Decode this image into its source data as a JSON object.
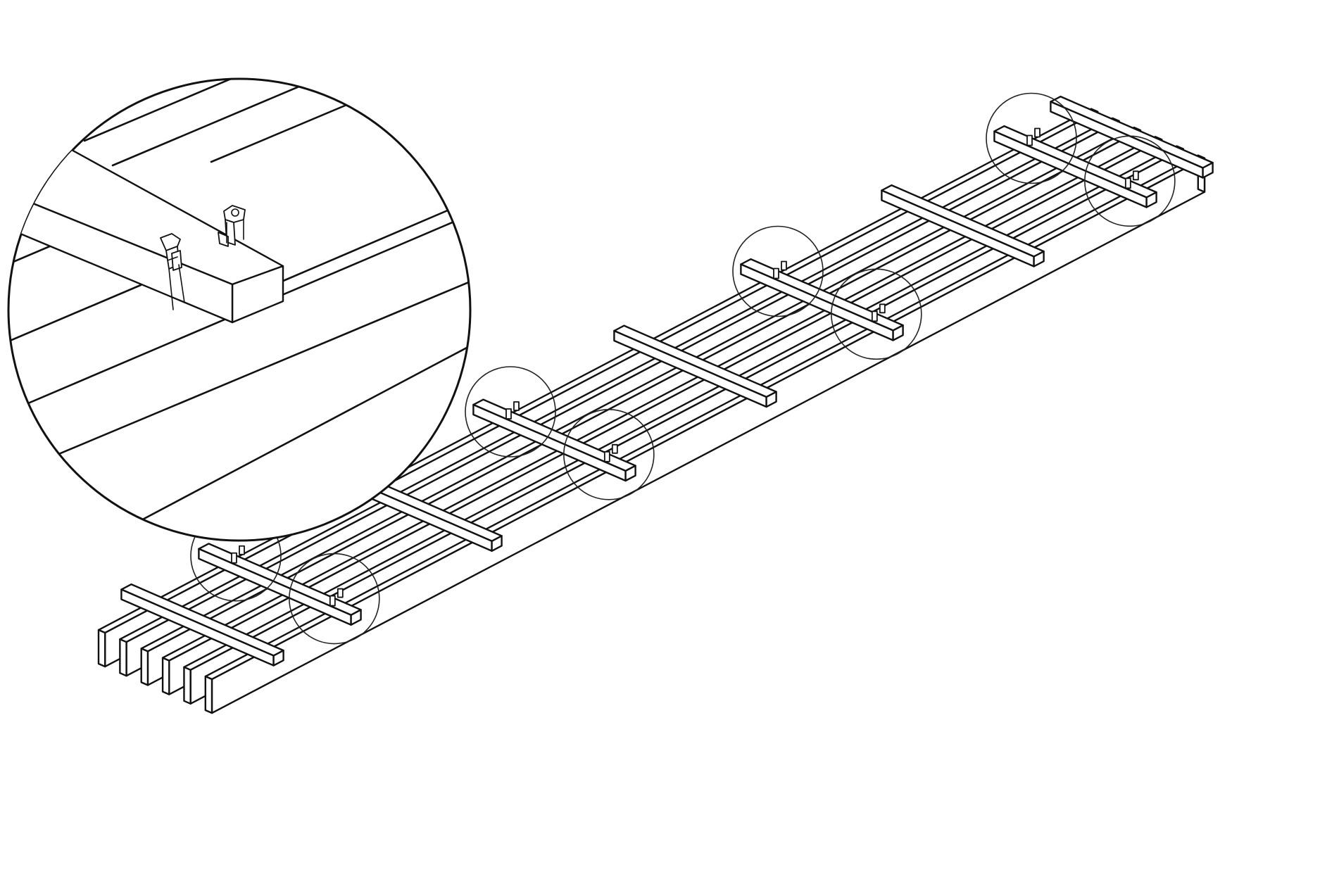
{
  "figure": {
    "description_visible_text": "",
    "colors": {
      "line": "#111111",
      "background": "#ffffff"
    },
    "parts": {
      "longitudinal_slats": 6,
      "plain_crossbars": 5,
      "clipped_crossbars": 4,
      "callout_circles": 8,
      "detail_view": "magnified-joint-with-clips"
    }
  }
}
